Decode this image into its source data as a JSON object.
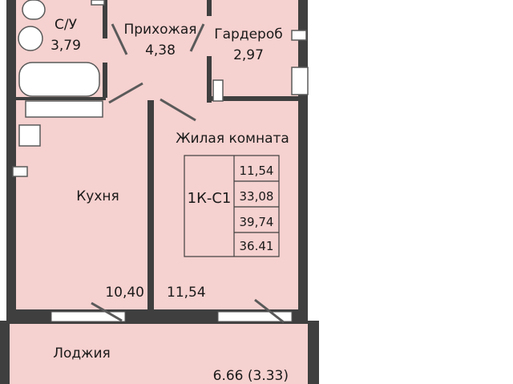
{
  "plan": {
    "colors": {
      "floor": "#f5d1cf",
      "wall": "#3f3f3f",
      "wall_thin": "#5a5a5a",
      "fixture": "#ffffff"
    },
    "rooms": {
      "bathroom": {
        "name": "С/У",
        "area": "3,79"
      },
      "hall": {
        "name": "Прихожая",
        "area": "4,38"
      },
      "wardrobe": {
        "name": "Гардероб",
        "area": "2,97"
      },
      "living": {
        "name": "Жилая комната"
      },
      "kitchen": {
        "name": "Кухня",
        "area": "10,40"
      },
      "living_area": "11,54",
      "loggia": {
        "name": "Лоджия",
        "area": "6.66 (3.33)"
      }
    },
    "apartment": {
      "code": "1К-С1",
      "areas": [
        "11,54",
        "33,08",
        "39,74",
        "36.41"
      ]
    }
  }
}
